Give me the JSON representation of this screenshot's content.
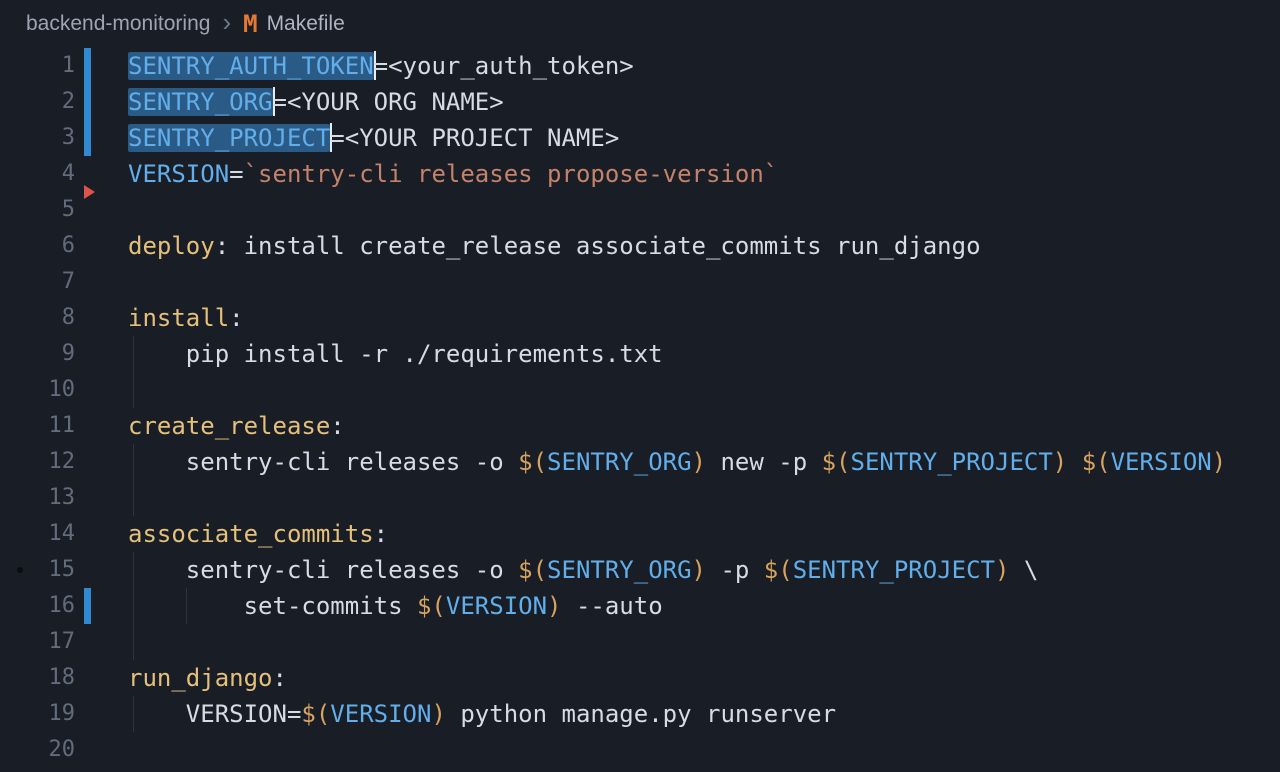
{
  "breadcrumb": {
    "project": "backend-monitoring",
    "separator": "›",
    "file_icon": "M",
    "file": "Makefile"
  },
  "colors": {
    "background": "#181d26",
    "breadcrumb_text": "#9da5b3",
    "breadcrumb_file_text": "#aeb5c2",
    "chevron": "#6f7a89",
    "makefile_icon": "#e37933",
    "line_number": "#626c7c",
    "text": "#d6dbe5",
    "variable": "#62aeea",
    "gold": "#d8a35f",
    "target": "#e5c07b",
    "string": "#c5826b",
    "selection": "#2a5a86",
    "cursor": "#e8ebf0",
    "modified_bar": "#3089d1",
    "deleted_marker": "#e0524e",
    "indent_guide": "#2b3342",
    "margin_dot": "#0a0c10"
  },
  "editor": {
    "deleted_marker_after_line": 4,
    "margin_dot_line": 15,
    "lines": [
      {
        "num": 1,
        "gutter": "modified",
        "segments": [
          {
            "text": "SENTRY_AUTH_TOKEN",
            "type": "var",
            "selected": true,
            "cursor_after": true
          },
          {
            "text": "=<your_auth_token>",
            "type": "text"
          }
        ]
      },
      {
        "num": 2,
        "gutter": "modified",
        "segments": [
          {
            "text": "SENTRY_ORG",
            "type": "var",
            "selected": true,
            "cursor_after": true
          },
          {
            "text": "=<YOUR ORG NAME>",
            "type": "text"
          }
        ]
      },
      {
        "num": 3,
        "gutter": "modified",
        "segments": [
          {
            "text": "SENTRY_PROJECT",
            "type": "var",
            "selected": true,
            "cursor_after": true
          },
          {
            "text": "=<YOUR PROJECT NAME>",
            "type": "text"
          }
        ]
      },
      {
        "num": 4,
        "segments": [
          {
            "text": "VERSION",
            "type": "var"
          },
          {
            "text": "=",
            "type": "text"
          },
          {
            "text": "`sentry-cli releases propose-version`",
            "type": "string"
          }
        ]
      },
      {
        "num": 5,
        "segments": []
      },
      {
        "num": 6,
        "segments": [
          {
            "text": "deploy",
            "type": "target"
          },
          {
            "text": ": install create_release associate_commits run_django",
            "type": "text"
          }
        ]
      },
      {
        "num": 7,
        "segments": []
      },
      {
        "num": 8,
        "segments": [
          {
            "text": "install",
            "type": "target"
          },
          {
            "text": ":",
            "type": "text"
          }
        ]
      },
      {
        "num": 9,
        "guides": [
          0
        ],
        "segments": [
          {
            "text": "    pip install -r ./requirements.txt",
            "type": "text"
          }
        ]
      },
      {
        "num": 10,
        "guides": [
          0
        ],
        "segments": []
      },
      {
        "num": 11,
        "segments": [
          {
            "text": "create_release",
            "type": "target"
          },
          {
            "text": ":",
            "type": "text"
          }
        ]
      },
      {
        "num": 12,
        "guides": [
          0
        ],
        "segments": [
          {
            "text": "    sentry-cli releases -o ",
            "type": "text"
          },
          {
            "text": "$(",
            "type": "gold"
          },
          {
            "text": "SENTRY_ORG",
            "type": "var"
          },
          {
            "text": ")",
            "type": "gold"
          },
          {
            "text": " new -p ",
            "type": "text"
          },
          {
            "text": "$(",
            "type": "gold"
          },
          {
            "text": "SENTRY_PROJECT",
            "type": "var"
          },
          {
            "text": ")",
            "type": "gold"
          },
          {
            "text": " ",
            "type": "text"
          },
          {
            "text": "$(",
            "type": "gold"
          },
          {
            "text": "VERSION",
            "type": "var"
          },
          {
            "text": ")",
            "type": "gold"
          }
        ]
      },
      {
        "num": 13,
        "guides": [
          0
        ],
        "segments": []
      },
      {
        "num": 14,
        "segments": [
          {
            "text": "associate_commits",
            "type": "target"
          },
          {
            "text": ":",
            "type": "text"
          }
        ]
      },
      {
        "num": 15,
        "guides": [
          0
        ],
        "segments": [
          {
            "text": "    sentry-cli releases -o ",
            "type": "text"
          },
          {
            "text": "$(",
            "type": "gold"
          },
          {
            "text": "SENTRY_ORG",
            "type": "var"
          },
          {
            "text": ")",
            "type": "gold"
          },
          {
            "text": " -p ",
            "type": "text"
          },
          {
            "text": "$(",
            "type": "gold"
          },
          {
            "text": "SENTRY_PROJECT",
            "type": "var"
          },
          {
            "text": ")",
            "type": "gold"
          },
          {
            "text": " \\",
            "type": "text"
          }
        ]
      },
      {
        "num": 16,
        "gutter": "modified",
        "guides": [
          0,
          1
        ],
        "segments": [
          {
            "text": "        set-commits ",
            "type": "text"
          },
          {
            "text": "$(",
            "type": "gold"
          },
          {
            "text": "VERSION",
            "type": "var"
          },
          {
            "text": ")",
            "type": "gold"
          },
          {
            "text": " --auto",
            "type": "text"
          }
        ]
      },
      {
        "num": 17,
        "guides": [
          0
        ],
        "segments": []
      },
      {
        "num": 18,
        "segments": [
          {
            "text": "run_django",
            "type": "target"
          },
          {
            "text": ":",
            "type": "text"
          }
        ]
      },
      {
        "num": 19,
        "guides": [
          0
        ],
        "segments": [
          {
            "text": "    VERSION=",
            "type": "text"
          },
          {
            "text": "$(",
            "type": "gold"
          },
          {
            "text": "VERSION",
            "type": "var"
          },
          {
            "text": ")",
            "type": "gold"
          },
          {
            "text": " python manage.py runserver",
            "type": "text"
          }
        ]
      },
      {
        "num": 20,
        "segments": []
      }
    ]
  }
}
